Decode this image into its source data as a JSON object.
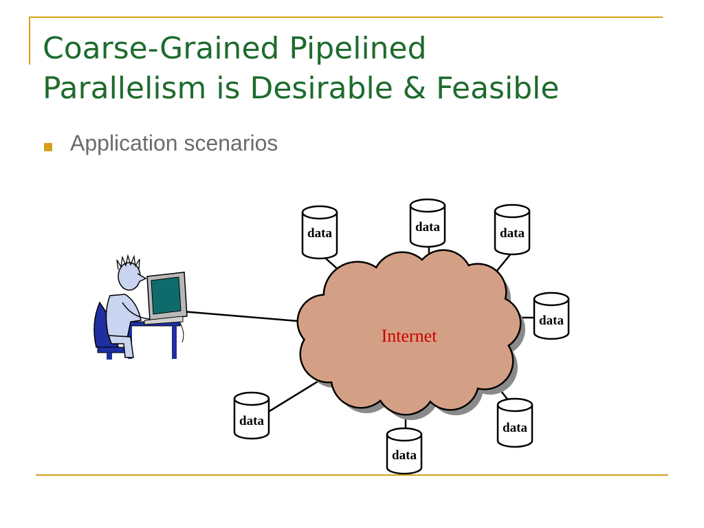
{
  "slide": {
    "title_line1": "Coarse-Grained Pipelined",
    "title_line2": "Parallelism is Desirable & Feasible",
    "bullet": "Application scenarios"
  },
  "diagram": {
    "cloud_label": "Internet",
    "databases": [
      "data",
      "data",
      "data",
      "data",
      "data",
      "data",
      "data"
    ]
  },
  "colors": {
    "title": "#1e6b2e",
    "accent_rule": "#d4a017",
    "bullet_text": "#6b6b6b",
    "cloud_fill": "#d4a085",
    "cloud_label": "#cc0000",
    "person_fill": "#c8d4f0",
    "chair_blue": "#1f2fa0",
    "monitor_screen": "#0f6b6b"
  },
  "icons": [
    "user-at-computer-icon",
    "database-cylinder-icon",
    "internet-cloud-icon"
  ]
}
